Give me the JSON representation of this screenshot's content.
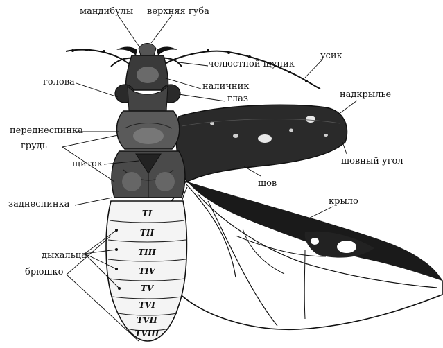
{
  "diagram": {
    "labels": {
      "mandibles": "мандибулы",
      "upper_lip": "верхняя губа",
      "antenna": "усик",
      "maxillary_palp": "челюстной щупик",
      "clypeus": "наличник",
      "eye": "глаз",
      "head": "голова",
      "elytron": "надкрылье",
      "pronotum": "переднеспинка",
      "thorax": "грудь",
      "sutural_angle": "шовный угол",
      "scutellum": "щиток",
      "suture": "шов",
      "wing": "крыло",
      "metanotum": "заднеспинка",
      "spiracles": "дыхальца",
      "abdomen": "брюшко"
    },
    "abdomen_segments": [
      "TI",
      "TII",
      "TIII",
      "TIV",
      "TV",
      "TVI",
      "TVII",
      "TVIII"
    ]
  }
}
